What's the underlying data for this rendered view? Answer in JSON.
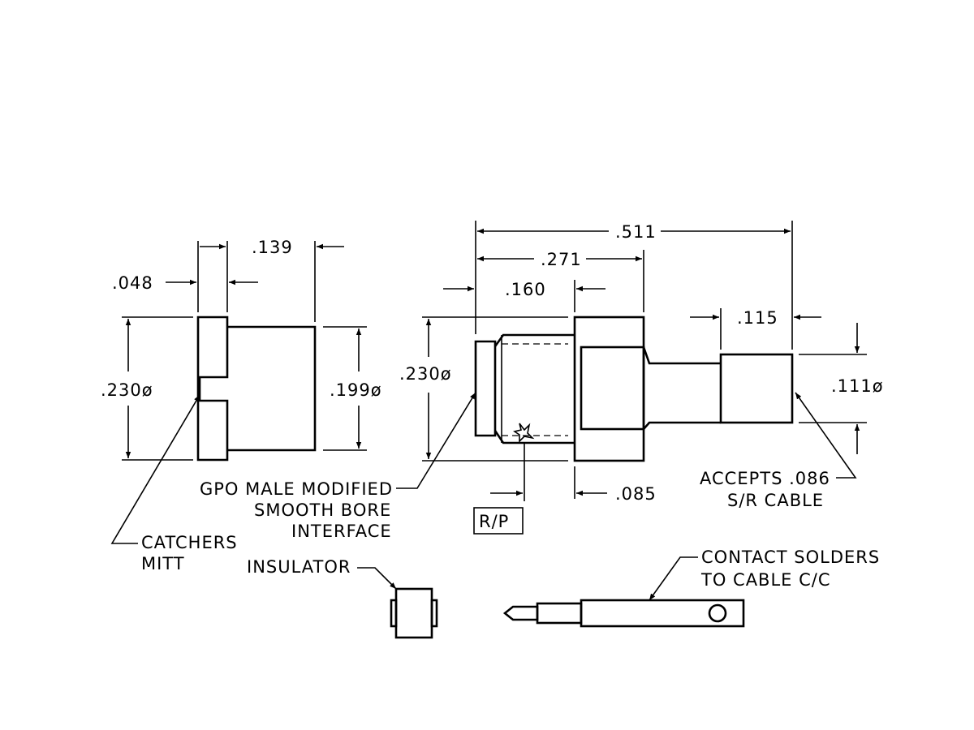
{
  "dimensions": {
    "d048": ".048",
    "d139": ".139",
    "d230_left": ".230ø",
    "d199": ".199ø",
    "d511": ".511",
    "d271": ".271",
    "d160": ".160",
    "d230_mid": ".230ø",
    "d115": ".115",
    "d111": ".111ø",
    "d085": ".085"
  },
  "labels": {
    "catchers_mitt_line1": "CATCHERS",
    "catchers_mitt_line2": "MITT",
    "gpo_line1": "GPO MALE MODIFIED",
    "gpo_line2": "SMOOTH BORE",
    "gpo_line3": "INTERFACE",
    "rp": "R/P",
    "accepts_line1": "ACCEPTS .086",
    "accepts_line2": "S/R CABLE",
    "insulator": "INSULATOR",
    "contact_line1": "CONTACT SOLDERS",
    "contact_line2": "TO CABLE C/C"
  }
}
